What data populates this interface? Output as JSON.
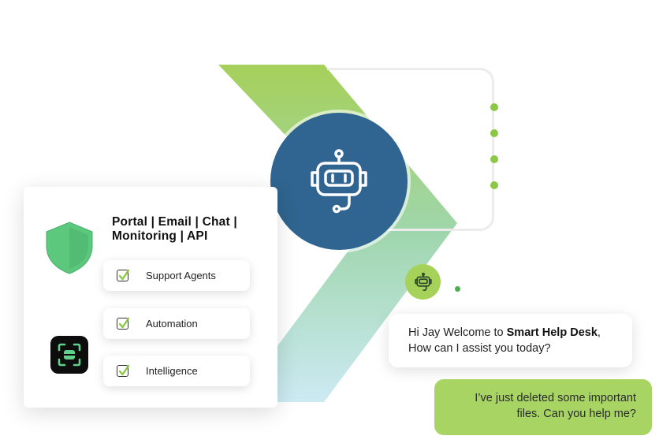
{
  "colors": {
    "accent_green": "#8bc843",
    "robot_circle": "#2f6590",
    "user_bubble": "#a7d463",
    "shield_fill": "#5cc87e"
  },
  "card": {
    "title_line1": "Portal | Email | Chat |",
    "title_line2": "Monitoring | API",
    "features": [
      {
        "label": "Support Agents",
        "checked": true
      },
      {
        "label": "Automation",
        "checked": true
      },
      {
        "label": "Intelligence",
        "checked": true
      }
    ],
    "icons": [
      "shield-icon",
      "scan-face-icon"
    ]
  },
  "hero": {
    "icon": "robot-icon"
  },
  "chat": {
    "avatar_icon": "robot-icon",
    "bot_greeting_prefix": "Hi Jay Welcome to ",
    "bot_brand": "Smart Help Desk",
    "bot_greeting_suffix": ",",
    "bot_question": "How can I assist you today?",
    "user_line1": "I’ve just deleted some important",
    "user_line2": "files. Can you help me?"
  }
}
